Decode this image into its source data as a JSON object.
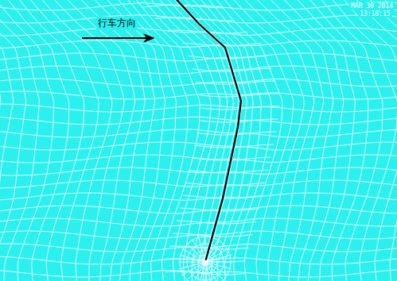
{
  "diagram": {
    "labels": [
      "行车方向",
      "MAR 30 2014",
      "13:18:15"
    ]
  }
}
